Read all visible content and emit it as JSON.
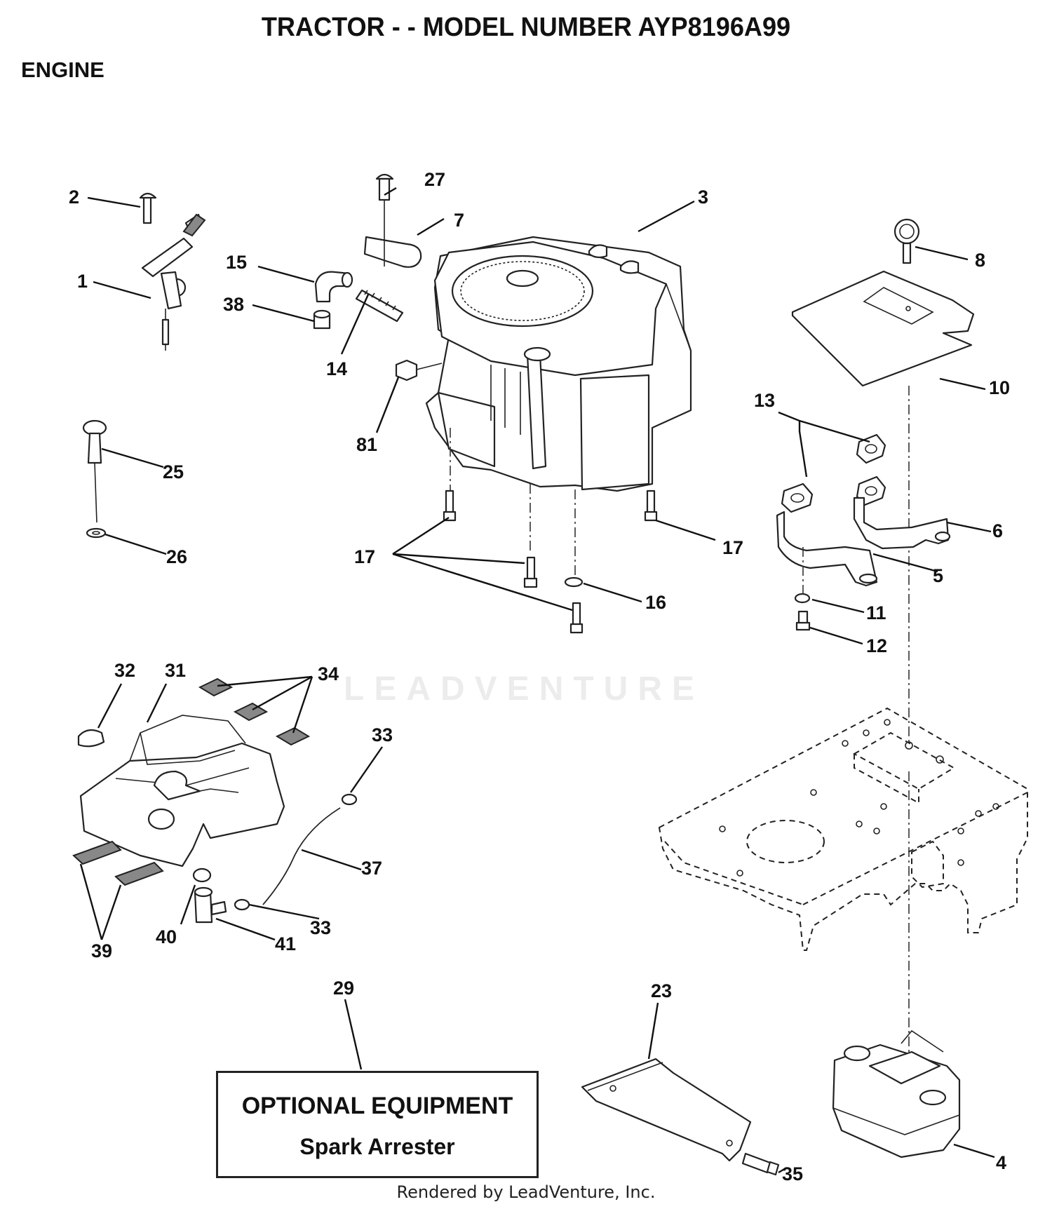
{
  "title": "TRACTOR - - MODEL NUMBER AYP8196A99",
  "section": "ENGINE",
  "watermark": "LEADVENTURE",
  "optional_box": {
    "title": "OPTIONAL EQUIPMENT",
    "subtitle": "Spark Arrester"
  },
  "footer": "Rendered by LeadVenture, Inc.",
  "callouts": {
    "c1": "1",
    "c2": "2",
    "c3": "3",
    "c4": "4",
    "c5": "5",
    "c6": "6",
    "c7": "7",
    "c8": "8",
    "c10": "10",
    "c11": "11",
    "c12": "12",
    "c13": "13",
    "c14": "14",
    "c15": "15",
    "c16": "16",
    "c17a": "17",
    "c17b": "17",
    "c23": "23",
    "c25": "25",
    "c26": "26",
    "c27": "27",
    "c29": "29",
    "c31": "31",
    "c32": "32",
    "c33a": "33",
    "c33b": "33",
    "c34": "34",
    "c35": "35",
    "c37": "37",
    "c38": "38",
    "c39": "39",
    "c40": "40",
    "c41": "41",
    "c81": "81"
  }
}
